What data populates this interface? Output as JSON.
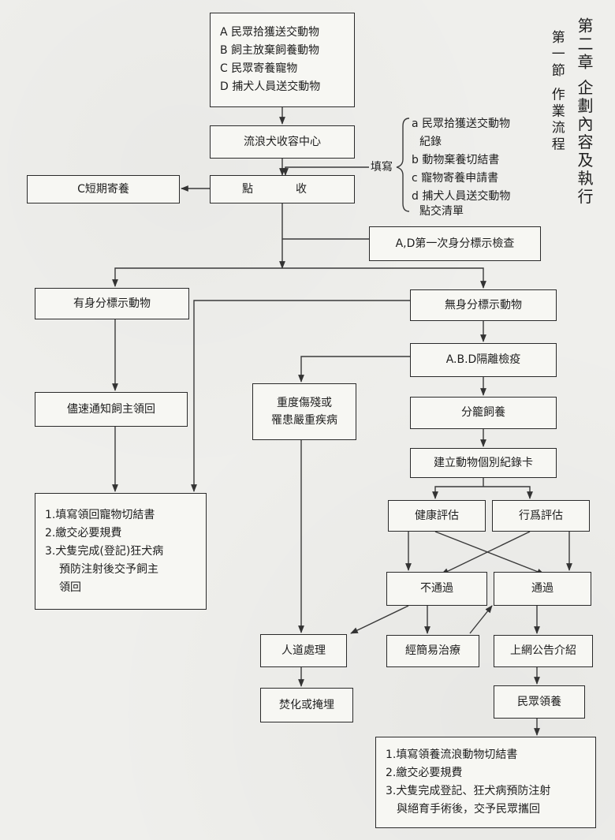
{
  "sidebar": {
    "chapter": "第二章 企劃內容及執行",
    "section": "第一節 作業流程"
  },
  "intake": {
    "lines": [
      "A 民眾拾獲送交動物",
      "B 飼主放棄飼養動物",
      "C 民眾寄養寵物",
      "D 捕犬人員送交動物"
    ]
  },
  "center": "流浪犬收容中心",
  "checkin": "點　收",
  "fill_label": "填寫",
  "forms": {
    "lines": [
      "a 民眾拾獲送交動物",
      "紀錄",
      "b 動物棄養切結書",
      "c 寵物寄養申請書",
      "d 捕犬人員送交動物",
      "點交清單"
    ]
  },
  "short_term": "C短期寄養",
  "first_check": "A,D第一次身分標示檢查",
  "has_id": "有身分標示動物",
  "no_id": "無身分標示動物",
  "quarantine": "A.B.D隔離檢疫",
  "notify_owner": "儘速通知飼主領回",
  "severe": {
    "lines": [
      "重度傷殘或",
      "罹患嚴重疾病"
    ]
  },
  "cage": "分籠飼養",
  "record_card": "建立動物個別紀錄卡",
  "health_eval": "健康評估",
  "behavior_eval": "行爲評估",
  "fail": "不通過",
  "pass": "通過",
  "owner_steps": {
    "lines": [
      "1.填寫領回寵物切結書",
      "2.繳交必要規費",
      "3.犬隻完成(登記)狂犬病",
      "預防注射後交予飼主",
      "領回"
    ]
  },
  "euthanasia": "人道處理",
  "simple_treatment": "經簡易治療",
  "online": "上網公告介紹",
  "cremation": "焚化或掩埋",
  "public_adopt": "民眾領養",
  "adopt_steps": {
    "lines": [
      "1.填寫領養流浪動物切結書",
      "2.繳交必要規費",
      "3.犬隻完成登記、狂犬病預防注射",
      "與絕育手術後，交予民眾攜回"
    ]
  }
}
